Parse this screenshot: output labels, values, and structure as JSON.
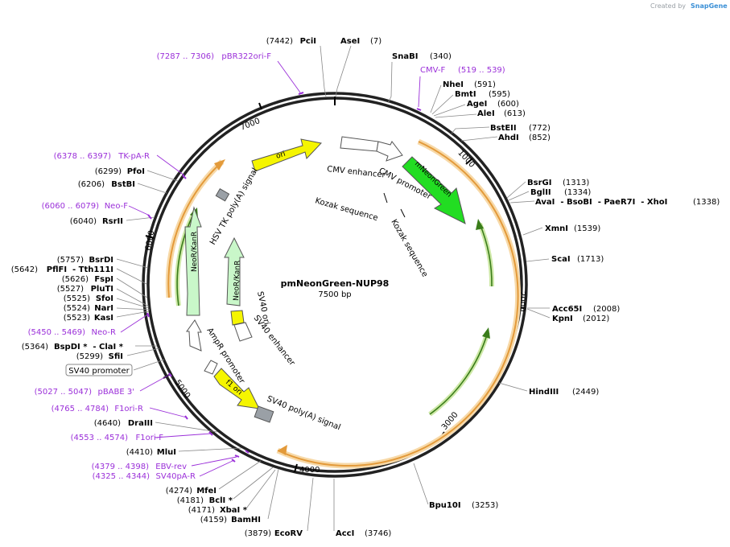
{
  "header": {
    "created_by": "Created by",
    "brand": "SnapGene"
  },
  "plasmid": {
    "name": "pmNeonGreen-NUP98",
    "size": "7500 bp",
    "length": 7500
  },
  "ticks": [
    "1000",
    "2000",
    "3000",
    "4000",
    "5000",
    "6000",
    "7000"
  ],
  "colors": {
    "enzyme": "#000000",
    "primer": "#9b30d9",
    "orf": "#e39a3a",
    "yellow": "#f5f500",
    "green": "#22dd22",
    "palegreen": "#c9f7c9",
    "grey": "#9aa0a6"
  },
  "enzymes": [
    {
      "name": "PciI",
      "pos": "(7442)"
    },
    {
      "name": "AseI",
      "pos": "(7)"
    },
    {
      "name": "SnaBI",
      "pos": "(340)"
    },
    {
      "name": "NheI",
      "pos": "(591)"
    },
    {
      "name": "BmtI",
      "pos": "(595)"
    },
    {
      "name": "AgeI",
      "pos": "(600)"
    },
    {
      "name": "AleI",
      "pos": "(613)"
    },
    {
      "name": "BstEII",
      "pos": "(772)"
    },
    {
      "name": "AhdI",
      "pos": "(852)"
    },
    {
      "name": "BsrGI",
      "pos": "(1313)"
    },
    {
      "name": "BglII",
      "pos": "(1334)"
    },
    {
      "name": "AvaI  - BsoBI  - PaeR7I  - XhoI",
      "pos": "(1338)"
    },
    {
      "name": "XmnI",
      "pos": "(1539)"
    },
    {
      "name": "ScaI",
      "pos": "(1713)"
    },
    {
      "name": "Acc65I",
      "pos": "(2008)"
    },
    {
      "name": "KpnI",
      "pos": "(2012)"
    },
    {
      "name": "HindIII",
      "pos": "(2449)"
    },
    {
      "name": "Bpu10I",
      "pos": "(3253)"
    },
    {
      "name": "AccI",
      "pos": "(3746)"
    },
    {
      "name": "EcoRV",
      "pos": "(3879)"
    },
    {
      "name": "BamHI",
      "pos": "(4159)"
    },
    {
      "name": "XbaI *",
      "pos": "(4171)"
    },
    {
      "name": "BclI *",
      "pos": "(4181)"
    },
    {
      "name": "MfeI",
      "pos": "(4274)"
    },
    {
      "name": "MluI",
      "pos": "(4410)"
    },
    {
      "name": "DraIII",
      "pos": "(4640)"
    },
    {
      "name": "SfiI",
      "pos": "(5299)"
    },
    {
      "name": "BspDI *  - ClaI *",
      "pos": "(5364)"
    },
    {
      "name": "KasI",
      "pos": "(5523)"
    },
    {
      "name": "NarI",
      "pos": "(5524)"
    },
    {
      "name": "SfoI",
      "pos": "(5525)"
    },
    {
      "name": "PluTI",
      "pos": "(5527)"
    },
    {
      "name": "FspI",
      "pos": "(5626)"
    },
    {
      "name": "PflFI  - Tth111I",
      "pos": "(5642)"
    },
    {
      "name": "BsrDI",
      "pos": "(5757)"
    },
    {
      "name": "RsrII",
      "pos": "(6040)"
    },
    {
      "name": "BstBI",
      "pos": "(6206)"
    },
    {
      "name": "PfoI",
      "pos": "(6299)"
    }
  ],
  "primers": [
    {
      "name": "pBR322ori-F",
      "pos": "(7287 .. 7306)"
    },
    {
      "name": "CMV-F",
      "pos": "(519 .. 539)"
    },
    {
      "name": "TK-pA-R",
      "pos": "(6378 .. 6397)"
    },
    {
      "name": "Neo-F",
      "pos": "(6060 .. 6079)"
    },
    {
      "name": "Neo-R",
      "pos": "(5450 .. 5469)"
    },
    {
      "name": "pBABE 3'",
      "pos": "(5027 .. 5047)"
    },
    {
      "name": "F1ori-R",
      "pos": "(4765 .. 4784)"
    },
    {
      "name": "F1ori-F",
      "pos": "(4553 .. 4574)"
    },
    {
      "name": "EBV-rev",
      "pos": "(4379 .. 4398)"
    },
    {
      "name": "SV40pA-R",
      "pos": "(4325 .. 4344)"
    }
  ],
  "boxed_label": "SV40 promoter",
  "features": [
    "ori",
    "CMV enhancer",
    "CMV promoter",
    "mNeonGreen",
    "Kozak sequence",
    "Kozak sequence",
    "HSV TK poly(A) signal",
    "NeoR/KanR",
    "NeoR/KanR",
    "SV40 ori",
    "SV40 enhancer",
    "AmpR promoter",
    "f1 ori",
    "SV40 poly(A) signal"
  ]
}
